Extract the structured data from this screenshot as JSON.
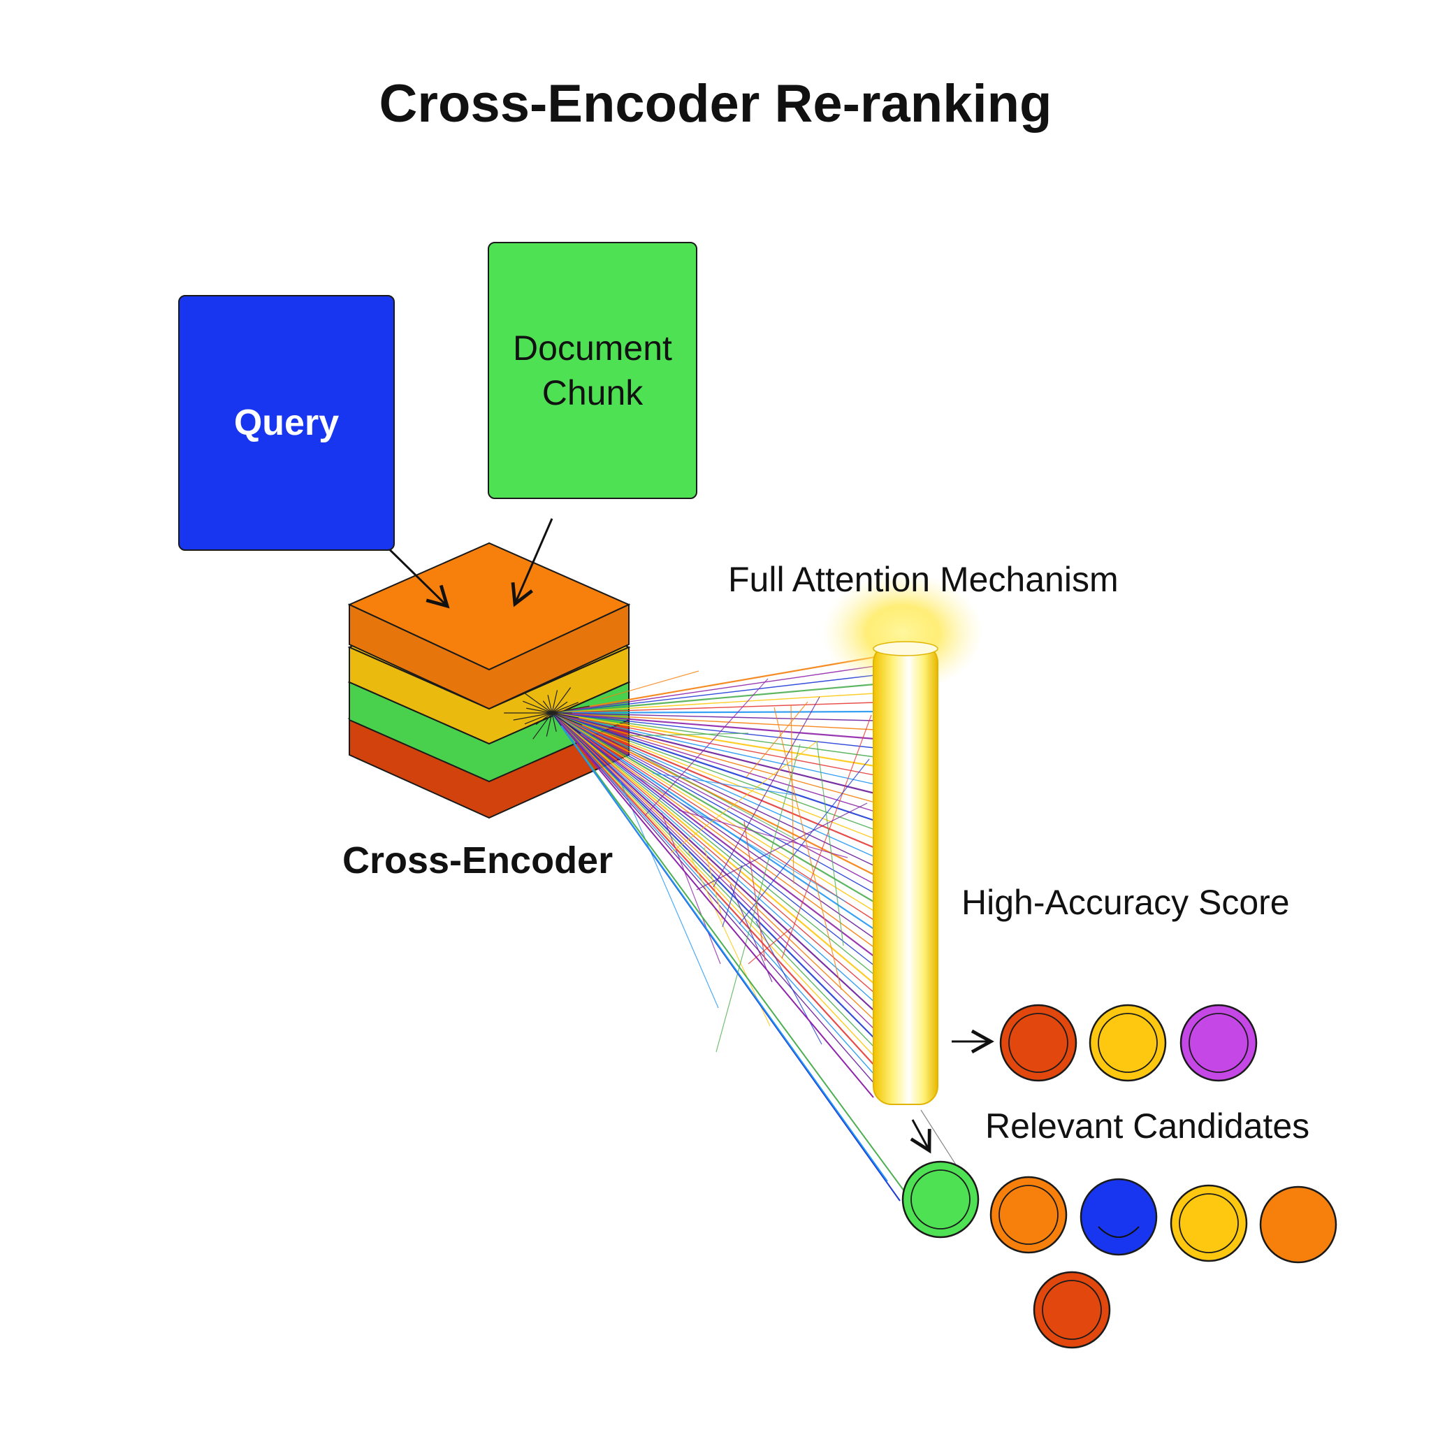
{
  "title": "Cross-Encoder Re-ranking",
  "query": {
    "label": "Query",
    "color": "#1836f0"
  },
  "document": {
    "label": "Document\nChunk",
    "color": "#4fe154"
  },
  "encoder": {
    "label": "Cross-Encoder",
    "layers": [
      "#f77f0c",
      "#fdc80f",
      "#4fe154",
      "#e2470e"
    ]
  },
  "attention": {
    "label": "Full Attention Mechanism",
    "beam_color": "#f5d20a"
  },
  "score": {
    "label": "High-Accuracy Score",
    "results": [
      "#e2470e",
      "#fdc80f",
      "#c447e6"
    ]
  },
  "candidates": {
    "label": "Relevant Candidates",
    "items": [
      "#4fe154",
      "#f77f0c",
      "#1836f0",
      "#fdc80f",
      "#f77f0c",
      "#e2470e"
    ]
  },
  "line_colors": [
    "#f77f0c",
    "#8e24aa",
    "#1e3ad6",
    "#4caf50",
    "#fdc80f",
    "#e53935",
    "#2196f3",
    "#6a1b9a"
  ]
}
